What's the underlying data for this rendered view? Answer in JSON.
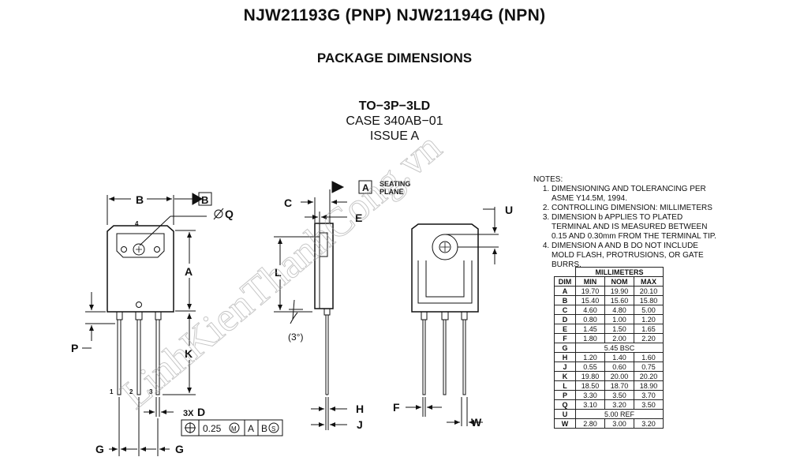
{
  "header": {
    "title": "NJW21193G (PNP) NJW21194G (NPN)",
    "subtitle": "PACKAGE DIMENSIONS"
  },
  "package": {
    "name": "TO−3P−3LD",
    "case": "CASE 340AB−01",
    "issue": "ISSUE A"
  },
  "drawing_labels": {
    "B": "B",
    "B_datum": "B",
    "Q": "Q",
    "pin4": "4",
    "A": "A",
    "K": "K",
    "P": "P",
    "pin1": "1",
    "pin2": "2",
    "pin3": "3",
    "threeX": "3X",
    "D": "D",
    "G_left": "G",
    "G_right": "G",
    "tol_value": "0.25",
    "tol_m": "M",
    "tol_a": "A",
    "tol_b": "B",
    "tol_s": "S",
    "C": "C",
    "E": "E",
    "L": "L",
    "angle": "(3°)",
    "H": "H",
    "J": "J",
    "seating_datum": "A",
    "seating_1": "SEATING",
    "seating_2": "PLANE",
    "U": "U",
    "F": "F",
    "W": "W"
  },
  "notes": {
    "heading": "NOTES:",
    "items": [
      "DIMENSIONING AND TOLERANCING PER ASME Y14.5M, 1994.",
      "CONTROLLING DIMENSION: MILLIMETERS",
      "DIMENSION b APPLIES TO PLATED TERMINAL AND IS MEASURED BETWEEN 0.15 AND 0.30mm FROM THE TERMINAL TIP.",
      "DIMENSION A AND B DO NOT INCLUDE MOLD FLASH, PROTRUSIONS, OR GATE BURRS."
    ]
  },
  "table": {
    "group_header": "MILLIMETERS",
    "columns": [
      "DIM",
      "MIN",
      "NOM",
      "MAX"
    ],
    "rows": [
      [
        "A",
        "19.70",
        "19.90",
        "20.10"
      ],
      [
        "B",
        "15.40",
        "15.60",
        "15.80"
      ],
      [
        "C",
        "4.60",
        "4.80",
        "5.00"
      ],
      [
        "D",
        "0.80",
        "1.00",
        "1.20"
      ],
      [
        "E",
        "1.45",
        "1.50",
        "1.65"
      ],
      [
        "F",
        "1.80",
        "2.00",
        "2.20"
      ],
      [
        "G",
        "5.45 BSC"
      ],
      [
        "H",
        "1.20",
        "1.40",
        "1.60"
      ],
      [
        "J",
        "0.55",
        "0.60",
        "0.75"
      ],
      [
        "K",
        "19.80",
        "20.00",
        "20.20"
      ],
      [
        "L",
        "18.50",
        "18.70",
        "18.90"
      ],
      [
        "P",
        "3.30",
        "3.50",
        "3.70"
      ],
      [
        "Q",
        "3.10",
        "3.20",
        "3.50"
      ],
      [
        "U",
        "5.00 REF"
      ],
      [
        "W",
        "2.80",
        "3.00",
        "3.20"
      ]
    ]
  },
  "watermark": "LinhKienThanhCong.vn"
}
